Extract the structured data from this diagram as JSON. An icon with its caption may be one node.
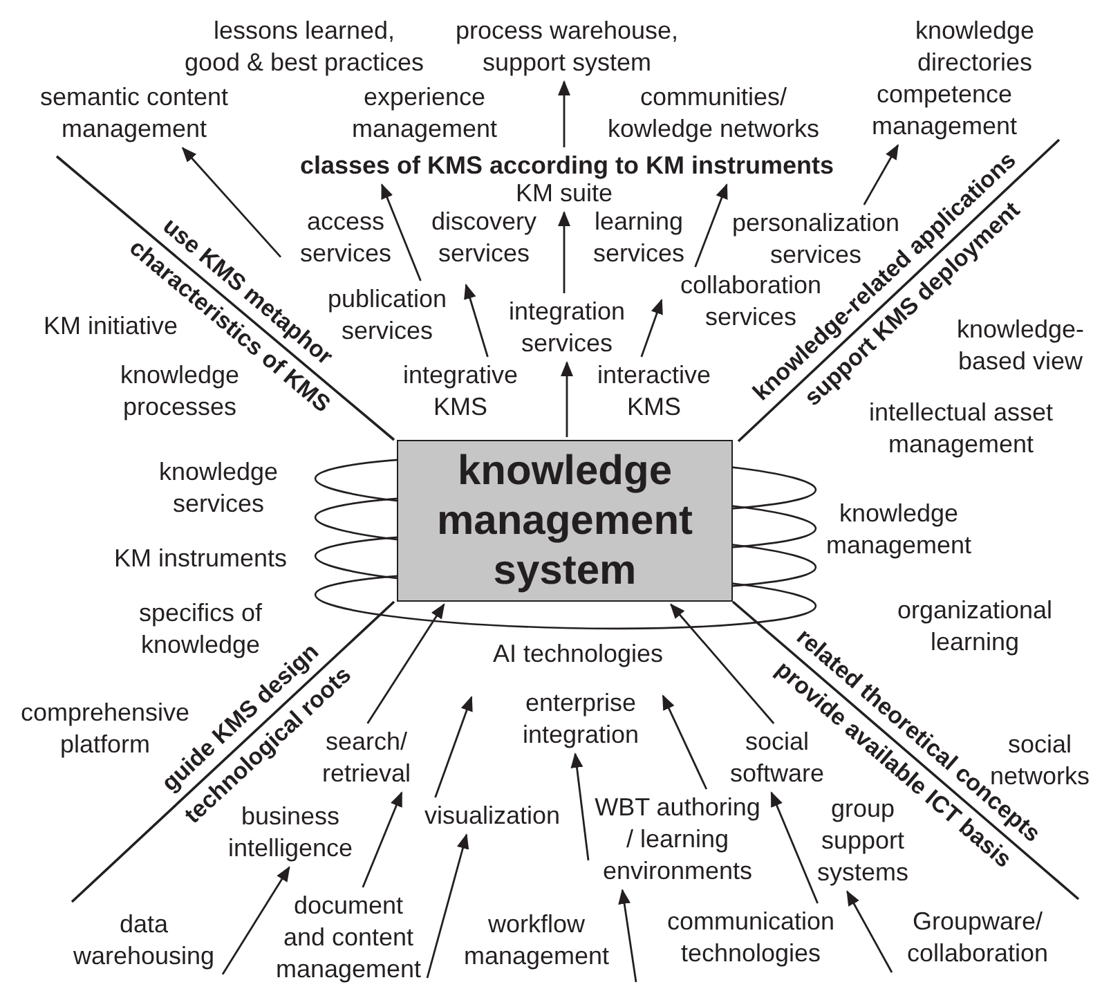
{
  "diagram": {
    "nodes": [
      {
        "text": [
          "knowledge management system"
        ]
      },
      {
        "text": [
          "semantic content management"
        ]
      },
      {
        "text": [
          "experience management"
        ]
      },
      {
        "text": [
          "process warehouse, support system"
        ]
      },
      {
        "text": [
          "communities/ kowledge networks"
        ]
      },
      {
        "text": [
          "competence management"
        ]
      },
      {
        "text": [
          "classes of KMS according to KM instruments"
        ]
      },
      {
        "text": [
          "access services"
        ]
      },
      {
        "text": [
          "KM suite"
        ]
      },
      {
        "text": [
          "personalization services"
        ]
      },
      {
        "text": [
          "publication services"
        ]
      },
      {
        "text": [
          "integration services"
        ]
      },
      {
        "text": [
          "collaboration services"
        ]
      },
      {
        "text": [
          "integrative KMS"
        ]
      },
      {
        "text": [
          "interactive KMS"
        ]
      },
      {
        "text": [
          "search/ retrieval"
        ]
      },
      {
        "text": [
          "enterprise integration"
        ]
      },
      {
        "text": [
          "social software"
        ]
      },
      {
        "text": [
          "business intelligence"
        ]
      },
      {
        "text": [
          "visualization"
        ]
      },
      {
        "text": [
          "WBT authoring / learning environments"
        ]
      },
      {
        "text": [
          "group support systems"
        ]
      },
      {
        "text": [
          "data warehousing"
        ]
      },
      {
        "text": [
          "document and content management"
        ]
      },
      {
        "text": [
          "communication technologies"
        ]
      },
      {
        "text": [
          "Groupware/ collaboration"
        ]
      }
    ],
    "edges": [
      {
        "from": 0,
        "to": 11,
        "arrow": "to"
      },
      {
        "from": 11,
        "to": 8,
        "arrow": "to"
      },
      {
        "from": 6,
        "to": 3,
        "arrow": "to"
      },
      {
        "from": 13,
        "to": 10,
        "arrow": "to"
      },
      {
        "from": 10,
        "to": 6,
        "arrow": "to"
      },
      {
        "from": 7,
        "to": 1,
        "arrow": "to"
      },
      {
        "from": 14,
        "to": 12,
        "arrow": "to"
      },
      {
        "from": 12,
        "to": 6,
        "arrow": "to"
      },
      {
        "from": 9,
        "to": 5,
        "arrow": "to"
      },
      {
        "from": 15,
        "to": 0,
        "arrow": "to"
      },
      {
        "from": 19,
        "to": null,
        "arrow": "to"
      },
      {
        "from": 20,
        "to": 16,
        "arrow": "to"
      },
      {
        "from": 20,
        "to": 16,
        "arrow": "to"
      },
      {
        "from": 17,
        "to": 0,
        "arrow": "to"
      },
      {
        "from": 22,
        "to": 18,
        "arrow": "to"
      },
      {
        "from": 23,
        "to": 15,
        "arrow": "to"
      },
      {
        "from": 23,
        "to": 19,
        "arrow": "to"
      },
      {
        "from": null,
        "to": 20,
        "arrow": "to"
      },
      {
        "from": 24,
        "to": 17,
        "arrow": "to"
      },
      {
        "from": 25,
        "to": 21,
        "arrow": "to"
      }
    ],
    "labels": [
      "lessons learned, good & best practices",
      "knowledge directories",
      "discovery services",
      "learning services",
      "use KMS metaphor",
      "characteristics of KMS",
      "knowledge-related applications",
      "support KMS deployment",
      "KM initiative",
      "knowledge-based view",
      "knowledge processes",
      "intellectual asset management",
      "knowledge services",
      "knowledge management",
      "KM instruments",
      "specifics of knowledge",
      "organizational learning",
      "AI technologies",
      "comprehensive platform",
      "guide KMS design",
      "technological roots",
      "provide available ICT basis",
      "related theoretical concepts",
      "social networks",
      "workflow management"
    ]
  }
}
